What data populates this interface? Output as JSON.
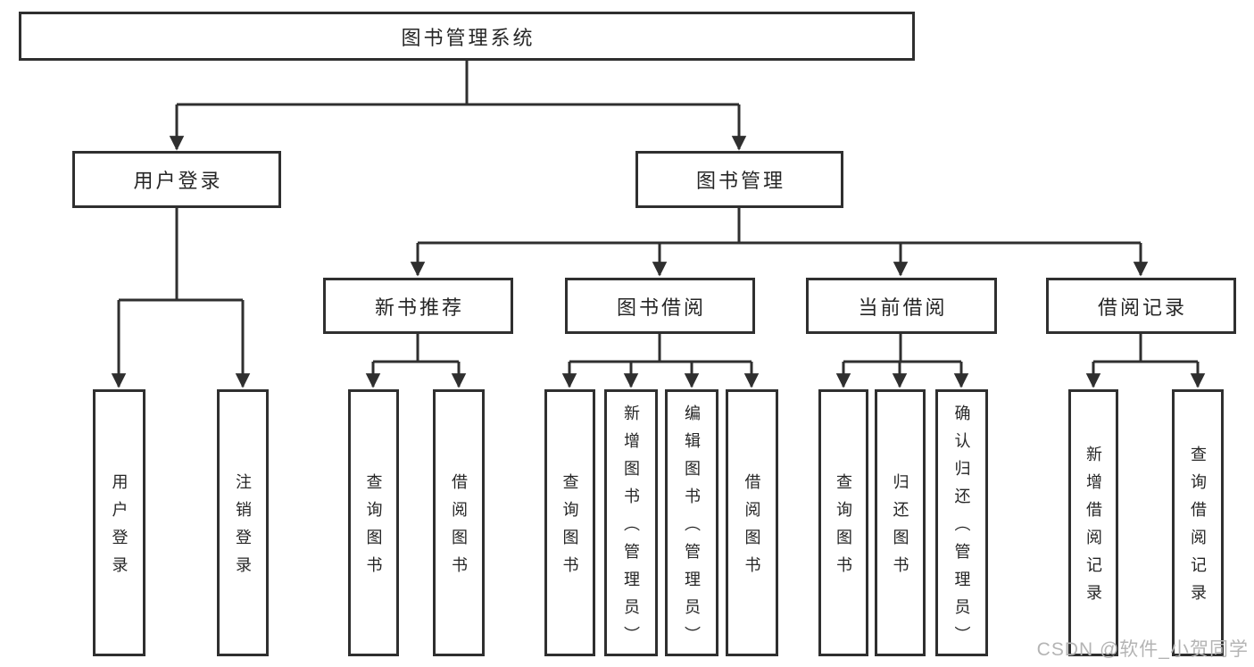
{
  "diagram": {
    "line_color": "#2f2f2f",
    "box_border_color": "#2f2f2f",
    "text_color": "#262626",
    "root": {
      "label": "图书管理系统"
    },
    "level2": {
      "user_login": {
        "label": "用户登录"
      },
      "book_mgmt": {
        "label": "图书管理"
      }
    },
    "level3": {
      "new_book_rec": {
        "label": "新书推荐"
      },
      "book_borrow": {
        "label": "图书借阅"
      },
      "current_borrow": {
        "label": "当前借阅"
      },
      "borrow_records": {
        "label": "借阅记录"
      }
    },
    "leaves": {
      "user_login_v": {
        "label": "用户登录"
      },
      "logout": {
        "label": "注销登录"
      },
      "rec_query_books": {
        "label": "查询图书"
      },
      "rec_borrow_books": {
        "label": "借阅图书"
      },
      "bb_query_books": {
        "label": "查询图书"
      },
      "bb_add_books": {
        "label": "新增图书（管理员）"
      },
      "bb_edit_books": {
        "label": "编辑图书（管理员）"
      },
      "bb_borrow_books": {
        "label": "借阅图书"
      },
      "cb_query_books": {
        "label": "查询图书"
      },
      "cb_return_books": {
        "label": "归还图书"
      },
      "cb_confirm_return": {
        "label": "确认归还（管理员）"
      },
      "br_add_record": {
        "label": "新增借阅记录"
      },
      "br_query_record": {
        "label": "查询借阅记录"
      }
    }
  },
  "watermark": {
    "text": "CSDN @软件_小贺同学",
    "color": "#b4b4b4"
  }
}
